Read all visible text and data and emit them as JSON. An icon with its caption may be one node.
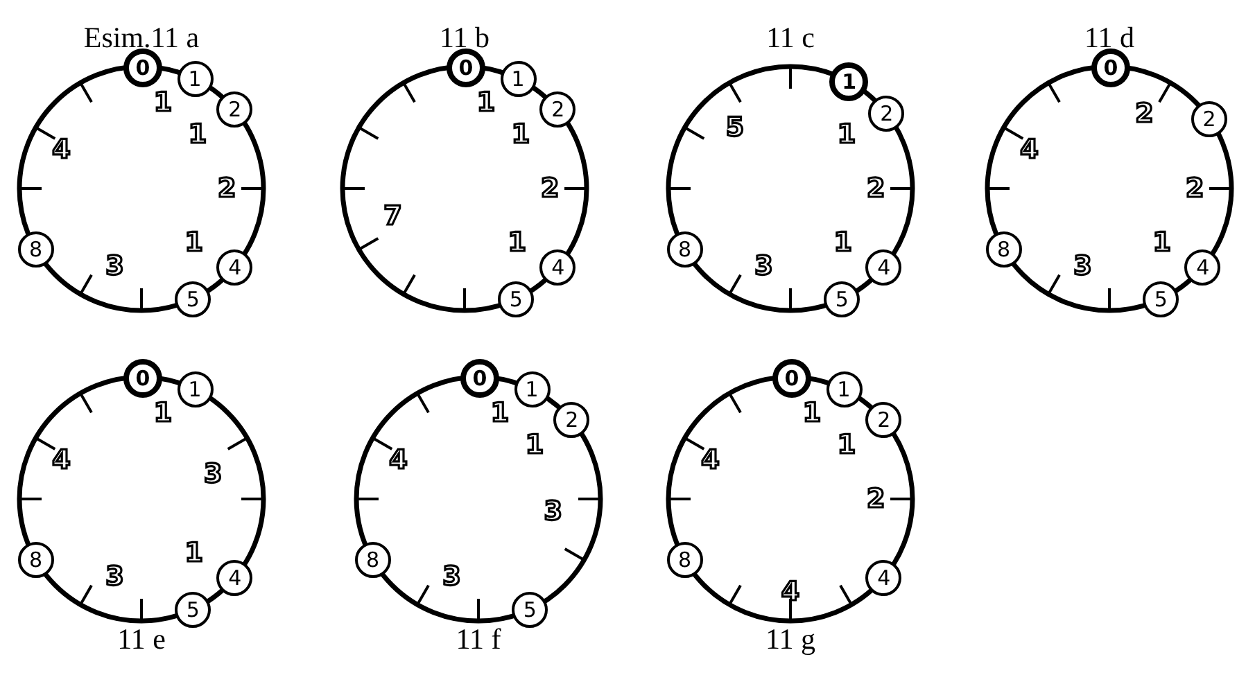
{
  "diagram": {
    "nodes": [
      {
        "text": [
          "Esim.11 a"
        ]
      },
      {
        "text": [
          "0"
        ]
      },
      {
        "text": [
          "1"
        ]
      },
      {
        "text": [
          "2"
        ]
      },
      {
        "text": [
          "4"
        ]
      },
      {
        "text": [
          "5"
        ]
      },
      {
        "text": [
          "8"
        ]
      },
      {
        "text": [
          "11 b"
        ]
      },
      {
        "text": [
          "0"
        ]
      },
      {
        "text": [
          "1"
        ]
      },
      {
        "text": [
          "2"
        ]
      },
      {
        "text": [
          "4"
        ]
      },
      {
        "text": [
          "5"
        ]
      },
      {
        "text": [
          "11 c"
        ]
      },
      {
        "text": [
          "1"
        ]
      },
      {
        "text": [
          "2"
        ]
      },
      {
        "text": [
          "4"
        ]
      },
      {
        "text": [
          "5"
        ]
      },
      {
        "text": [
          "8"
        ]
      },
      {
        "text": [
          "11 d"
        ]
      },
      {
        "text": [
          "0"
        ]
      },
      {
        "text": [
          "2"
        ]
      },
      {
        "text": [
          "4"
        ]
      },
      {
        "text": [
          "5"
        ]
      },
      {
        "text": [
          "8"
        ]
      },
      {
        "text": [
          "11 e"
        ]
      },
      {
        "text": [
          "0"
        ]
      },
      {
        "text": [
          "1"
        ]
      },
      {
        "text": [
          "4"
        ]
      },
      {
        "text": [
          "5"
        ]
      },
      {
        "text": [
          "8"
        ]
      },
      {
        "text": [
          "11 f"
        ]
      },
      {
        "text": [
          "0"
        ]
      },
      {
        "text": [
          "1"
        ]
      },
      {
        "text": [
          "2"
        ]
      },
      {
        "text": [
          "5"
        ]
      },
      {
        "text": [
          "8"
        ]
      },
      {
        "text": [
          "11 g"
        ]
      },
      {
        "text": [
          "0"
        ]
      },
      {
        "text": [
          "1"
        ]
      },
      {
        "text": [
          "2"
        ]
      },
      {
        "text": [
          "4"
        ]
      },
      {
        "text": [
          "8"
        ]
      }
    ],
    "labels": [
      "1",
      "1",
      "4",
      "2",
      "1",
      "3",
      "1",
      "1",
      "2",
      "7",
      "1",
      "5",
      "1",
      "2",
      "1",
      "3",
      "2",
      "4",
      "2",
      "1",
      "3",
      "1",
      "4",
      "3",
      "1",
      "3",
      "1",
      "1",
      "4",
      "3",
      "3",
      "1",
      "1",
      "4",
      "2",
      "4"
    ]
  }
}
